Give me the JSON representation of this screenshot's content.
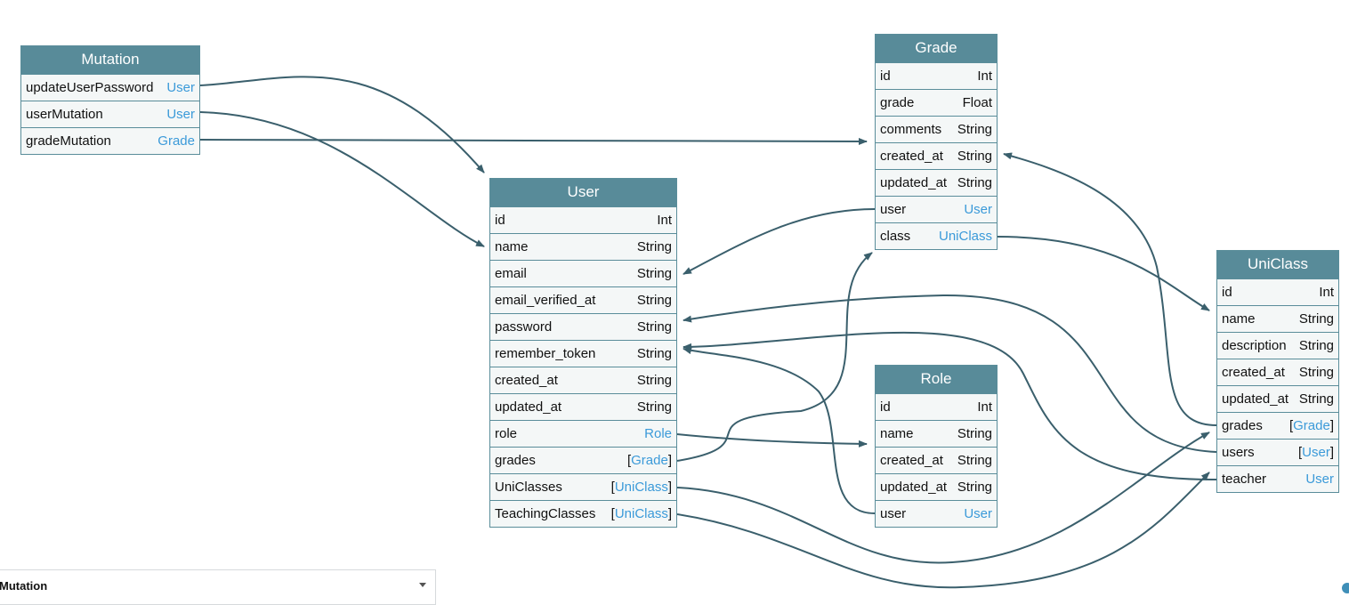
{
  "nodes": {
    "mutation": {
      "title": "Mutation",
      "fields": [
        {
          "name": "updateUserPassword",
          "type": "User"
        },
        {
          "name": "userMutation",
          "type": "User"
        },
        {
          "name": "gradeMutation",
          "type": "Grade"
        }
      ]
    },
    "grade": {
      "title": "Grade",
      "fields": [
        {
          "name": "id",
          "type": "Int"
        },
        {
          "name": "grade",
          "type": "Float"
        },
        {
          "name": "comments",
          "type": "String"
        },
        {
          "name": "created_at",
          "type": "String"
        },
        {
          "name": "updated_at",
          "type": "String"
        },
        {
          "name": "user",
          "type": "User"
        },
        {
          "name": "class",
          "type": "UniClass"
        }
      ]
    },
    "user": {
      "title": "User",
      "fields": [
        {
          "name": "id",
          "type": "Int"
        },
        {
          "name": "name",
          "type": "String"
        },
        {
          "name": "email",
          "type": "String"
        },
        {
          "name": "email_verified_at",
          "type": "String"
        },
        {
          "name": "password",
          "type": "String"
        },
        {
          "name": "remember_token",
          "type": "String"
        },
        {
          "name": "created_at",
          "type": "String"
        },
        {
          "name": "updated_at",
          "type": "String"
        },
        {
          "name": "role",
          "type": "Role"
        },
        {
          "name": "grades",
          "type": "[Grade]"
        },
        {
          "name": "UniClasses",
          "type": "[UniClass]"
        },
        {
          "name": "TeachingClasses",
          "type": "[UniClass]"
        }
      ]
    },
    "role": {
      "title": "Role",
      "fields": [
        {
          "name": "id",
          "type": "Int"
        },
        {
          "name": "name",
          "type": "String"
        },
        {
          "name": "created_at",
          "type": "String"
        },
        {
          "name": "updated_at",
          "type": "String"
        },
        {
          "name": "user",
          "type": "User"
        }
      ]
    },
    "uniclass": {
      "title": "UniClass",
      "fields": [
        {
          "name": "id",
          "type": "Int"
        },
        {
          "name": "name",
          "type": "String"
        },
        {
          "name": "description",
          "type": "String"
        },
        {
          "name": "created_at",
          "type": "String"
        },
        {
          "name": "updated_at",
          "type": "String"
        },
        {
          "name": "grades",
          "type": "[Grade]"
        },
        {
          "name": "users",
          "type": "[User]"
        },
        {
          "name": "teacher",
          "type": "User"
        }
      ]
    }
  },
  "scalar_types": [
    "Int",
    "Float",
    "String"
  ],
  "colors": {
    "header": "#588b99",
    "edge": "#3a5f6c",
    "link": "#3b9ad9",
    "row_bg": "#f4f7f7"
  },
  "bottom_panel": {
    "title": "Mutation"
  }
}
